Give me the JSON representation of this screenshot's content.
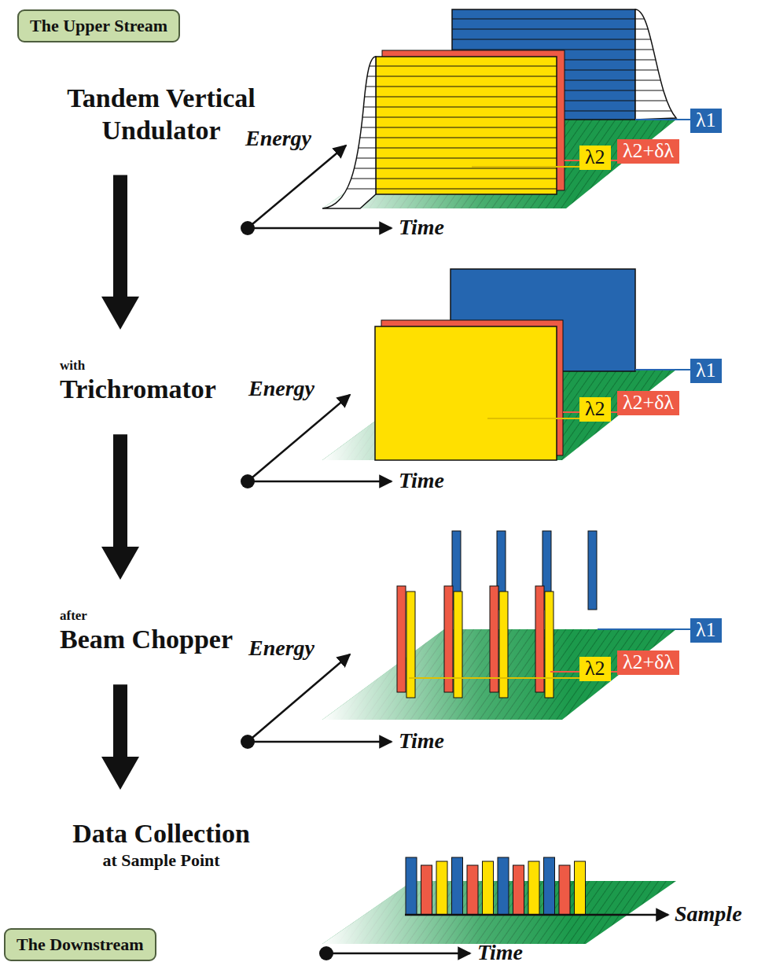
{
  "diagram": {
    "nodes": [
      {
        "text": [
          "The Upper Stream"
        ]
      },
      {
        "text": [
          "Tandem Vertical Undulator"
        ]
      },
      {
        "text": [
          "λ1"
        ]
      },
      {
        "text": [
          "λ2"
        ]
      },
      {
        "text": [
          "λ2+δλ"
        ]
      },
      {
        "text": [
          "with",
          "Trichromator"
        ]
      },
      {
        "text": [
          "λ1"
        ]
      },
      {
        "text": [
          "λ2"
        ]
      },
      {
        "text": [
          "λ2+δλ"
        ]
      },
      {
        "text": [
          "after",
          "Beam Chopper"
        ]
      },
      {
        "text": [
          "λ1"
        ]
      },
      {
        "text": [
          "λ2"
        ]
      },
      {
        "text": [
          "λ2+δλ"
        ]
      },
      {
        "text": [
          "Data Collection",
          "at Sample Point"
        ]
      },
      {
        "text": [
          "The Downstream"
        ]
      }
    ],
    "edges": [
      {
        "from": 1,
        "to": 5,
        "arrow": "to"
      },
      {
        "from": 5,
        "to": 9,
        "arrow": "to"
      },
      {
        "from": 9,
        "to": 13,
        "arrow": "to"
      }
    ],
    "labels": [
      "Energy",
      "Time",
      "Energy",
      "Time",
      "Energy",
      "Time",
      "Sample",
      "Time"
    ]
  }
}
